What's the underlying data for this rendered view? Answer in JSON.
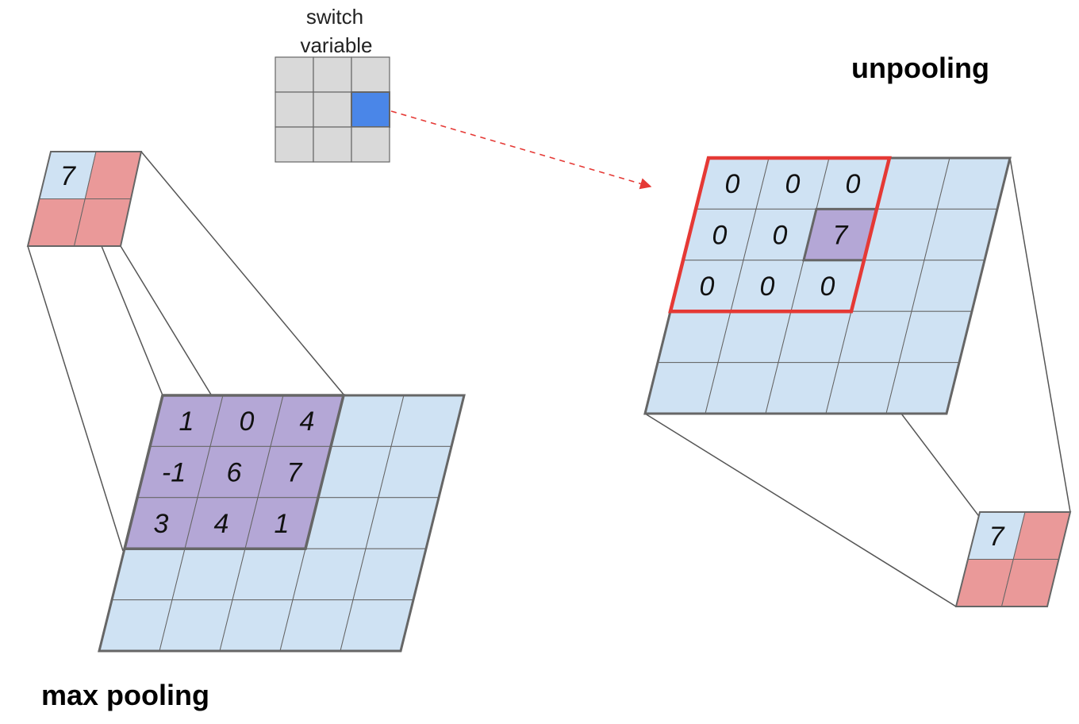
{
  "labels": {
    "switch_line1": "switch",
    "switch_line2": "variable",
    "unpooling": "unpooling",
    "max_pooling": "max pooling"
  },
  "colors": {
    "blue_cell": "#cfe2f3",
    "purple_cell": "#b4a7d6",
    "red_cell": "#ea9999",
    "switch_gray": "#d9d9d9",
    "switch_active": "#4a86e8",
    "highlight_red": "#e53935",
    "grid_line": "#666666"
  },
  "switch_grid": {
    "rows": 3,
    "cols": 3,
    "active_row": 1,
    "active_col": 2
  },
  "max_pooling": {
    "input_values": [
      [
        "1",
        "0",
        "4"
      ],
      [
        "-1",
        "6",
        "7"
      ],
      [
        "3",
        "4",
        "1"
      ]
    ],
    "output_value": "7"
  },
  "unpooling": {
    "input_value": "7",
    "output_values": [
      [
        "0",
        "0",
        "0"
      ],
      [
        "0",
        "0",
        "7"
      ],
      [
        "0",
        "0",
        "0"
      ]
    ]
  }
}
